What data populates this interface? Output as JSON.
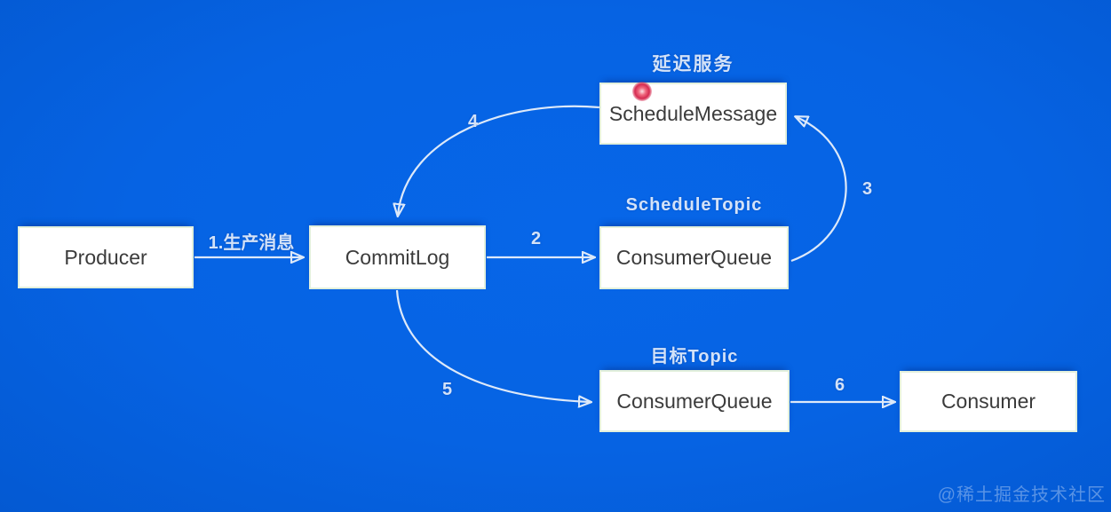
{
  "colors": {
    "background": "#0663e3",
    "box_fill": "#ffffff",
    "box_border": "#e3f0dc",
    "box_text": "#3b3b3b",
    "line": "#dde9f9",
    "label": "#d3e2f8",
    "laser_dot": "#d62a50"
  },
  "nodes": {
    "producer": {
      "label": "Producer"
    },
    "commitlog": {
      "label": "CommitLog"
    },
    "schedule_message": {
      "label": "ScheduleMessage",
      "group": "延迟服务"
    },
    "consumer_queue_schedule": {
      "label": "ConsumerQueue",
      "group": "ScheduleTopic"
    },
    "consumer_queue_target": {
      "label": "ConsumerQueue",
      "group": "目标Topic"
    },
    "consumer": {
      "label": "Consumer"
    }
  },
  "edges": {
    "e1": {
      "label": "1.生产消息",
      "from": "Producer",
      "to": "CommitLog"
    },
    "e2": {
      "label": "2",
      "from": "CommitLog",
      "to": "ConsumerQueue (ScheduleTopic)"
    },
    "e3": {
      "label": "3",
      "from": "ConsumerQueue (ScheduleTopic)",
      "to": "ScheduleMessage"
    },
    "e4": {
      "label": "4",
      "from": "ScheduleMessage",
      "to": "CommitLog"
    },
    "e5": {
      "label": "5",
      "from": "CommitLog",
      "to": "ConsumerQueue (目标Topic)"
    },
    "e6": {
      "label": "6",
      "from": "ConsumerQueue (目标Topic)",
      "to": "Consumer"
    }
  },
  "watermark": {
    "text": "@稀土掘金技术社区"
  }
}
